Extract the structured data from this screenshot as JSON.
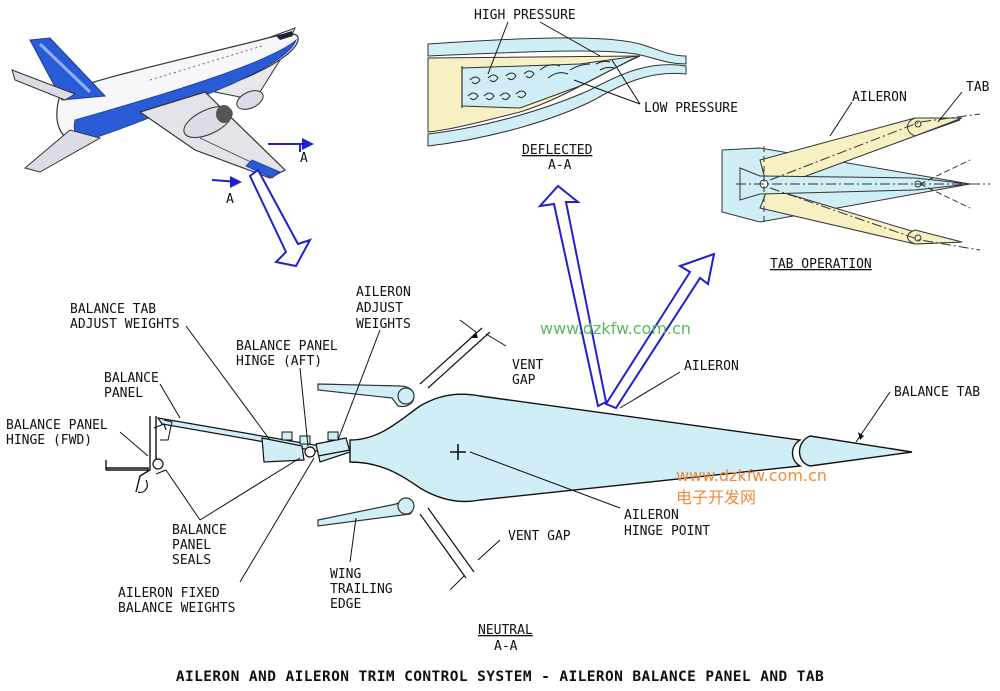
{
  "colors": {
    "airflow": "#cfeef5",
    "wing_tint": "#f6f0c2",
    "arrow_blue": "#2020d0",
    "watermark_green": "#5cb85c",
    "watermark_orange": "#f08a3c"
  },
  "labels": {
    "section_a": "A",
    "high_pressure": "HIGH PRESSURE",
    "low_pressure": "LOW PRESSURE",
    "deflected": "DEFLECTED",
    "deflected_sub": "A-A",
    "aileron_top": "AILERON",
    "tab": "TAB",
    "tab_operation": "TAB OPERATION",
    "balance_tab_adjust_1": "BALANCE TAB",
    "balance_tab_adjust_2": "ADJUST WEIGHTS",
    "aileron_adjust_1": "AILERON",
    "aileron_adjust_2": "ADJUST",
    "aileron_adjust_3": "WEIGHTS",
    "balance_panel_hinge_aft_1": "BALANCE PANEL",
    "balance_panel_hinge_aft_2": "HINGE (AFT)",
    "balance_panel_1": "BALANCE",
    "balance_panel_2": "PANEL",
    "vent_gap_top_1": "VENT",
    "vent_gap_top_2": "GAP",
    "aileron_main": "AILERON",
    "balance_tab": "BALANCE TAB",
    "balance_panel_hinge_fwd_1": "BALANCE PANEL",
    "balance_panel_hinge_fwd_2": "HINGE (FWD)",
    "balance_panel_seals_1": "BALANCE",
    "balance_panel_seals_2": "PANEL",
    "balance_panel_seals_3": "SEALS",
    "aileron_hinge_point_1": "AILERON",
    "aileron_hinge_point_2": "HINGE POINT",
    "vent_gap_bottom": "VENT GAP",
    "aileron_fixed_1": "AILERON FIXED",
    "aileron_fixed_2": "BALANCE WEIGHTS",
    "wing_trailing_1": "WING",
    "wing_trailing_2": "TRAILING",
    "wing_trailing_3": "EDGE",
    "neutral": "NEUTRAL",
    "neutral_sub": "A-A"
  },
  "watermarks": {
    "site_1": "www.dzkfw.com.cn",
    "site_2": "www.dzkfw.com.cn",
    "cn_name": "电子开发网"
  },
  "title": "AILERON AND AILERON TRIM CONTROL SYSTEM - AILERON BALANCE PANEL AND TAB"
}
